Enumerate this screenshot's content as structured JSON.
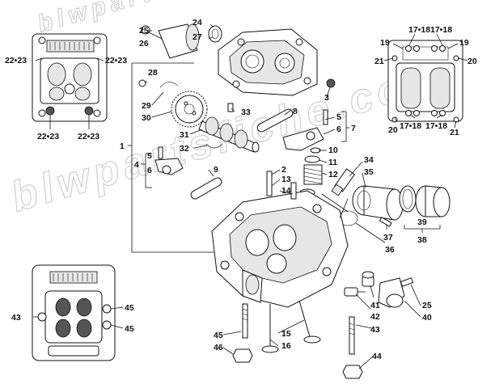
{
  "watermark": "blwpartsfiche.com",
  "callouts": [
    {
      "id": "c25a",
      "text": "25"
    },
    {
      "id": "c26",
      "text": "26"
    },
    {
      "id": "c24",
      "text": "24"
    },
    {
      "id": "c27",
      "text": "27"
    },
    {
      "id": "c28",
      "text": "28"
    },
    {
      "id": "c29",
      "text": "29"
    },
    {
      "id": "c30",
      "text": "30"
    },
    {
      "id": "c33",
      "text": "33"
    },
    {
      "id": "c31",
      "text": "31"
    },
    {
      "id": "c32",
      "text": "32"
    },
    {
      "id": "c1",
      "text": "1"
    },
    {
      "id": "c5a",
      "text": "5"
    },
    {
      "id": "c4",
      "text": "4"
    },
    {
      "id": "c6a",
      "text": "6"
    },
    {
      "id": "c9",
      "text": "9"
    },
    {
      "id": "c8",
      "text": "8"
    },
    {
      "id": "c3",
      "text": "3"
    },
    {
      "id": "c5b",
      "text": "5"
    },
    {
      "id": "c6b",
      "text": "6"
    },
    {
      "id": "c7",
      "text": "7"
    },
    {
      "id": "c10",
      "text": "10"
    },
    {
      "id": "c11",
      "text": "11"
    },
    {
      "id": "c12",
      "text": "12"
    },
    {
      "id": "c2",
      "text": "2"
    },
    {
      "id": "c13",
      "text": "13"
    },
    {
      "id": "c14",
      "text": "14"
    },
    {
      "id": "c34",
      "text": "34"
    },
    {
      "id": "c35",
      "text": "35"
    },
    {
      "id": "c39",
      "text": "39"
    },
    {
      "id": "c38",
      "text": "38"
    },
    {
      "id": "c37",
      "text": "37"
    },
    {
      "id": "c36",
      "text": "36"
    },
    {
      "id": "c41",
      "text": "41"
    },
    {
      "id": "c42",
      "text": "42"
    },
    {
      "id": "c43b",
      "text": "43"
    },
    {
      "id": "c25b",
      "text": "25"
    },
    {
      "id": "c40",
      "text": "40"
    },
    {
      "id": "c44",
      "text": "44"
    },
    {
      "id": "c45b",
      "text": "45"
    },
    {
      "id": "c46",
      "text": "46"
    },
    {
      "id": "c15",
      "text": "15"
    },
    {
      "id": "c16",
      "text": "16"
    },
    {
      "id": "c2223a",
      "text": "22•23"
    },
    {
      "id": "c2223b",
      "text": "22•23"
    },
    {
      "id": "c2223c",
      "text": "22•23"
    },
    {
      "id": "c2223d",
      "text": "22•23"
    },
    {
      "id": "c1718a",
      "text": "17•18"
    },
    {
      "id": "c1718b",
      "text": "17•18"
    },
    {
      "id": "c1718c",
      "text": "17•18"
    },
    {
      "id": "c1718d",
      "text": "17•18"
    },
    {
      "id": "c19a",
      "text": "19"
    },
    {
      "id": "c19b",
      "text": "19"
    },
    {
      "id": "c21a",
      "text": "21"
    },
    {
      "id": "c20a",
      "text": "20"
    },
    {
      "id": "c20b",
      "text": "20"
    },
    {
      "id": "c21b",
      "text": "21"
    },
    {
      "id": "c43a",
      "text": "43"
    },
    {
      "id": "c45a",
      "text": "45"
    },
    {
      "id": "c45c",
      "text": "45"
    }
  ]
}
